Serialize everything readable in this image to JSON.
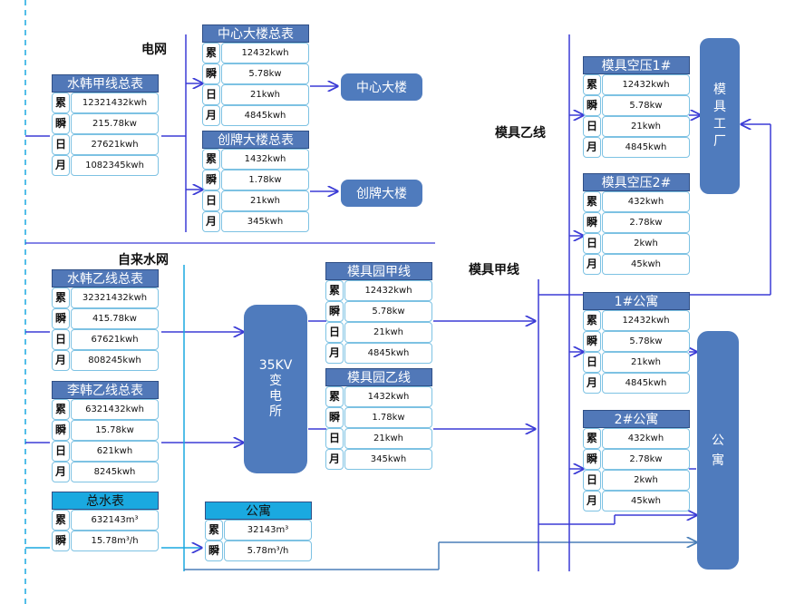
{
  "labels": {
    "grid": "电网",
    "water_grid": "自来水网",
    "mold_line_b": "模具乙线",
    "mold_line_a": "模具甲线"
  },
  "meters": [
    {
      "id": "shuihan-a",
      "title": "水韩甲线总表",
      "style": "dark",
      "rows": [
        [
          "累",
          "12321432kwh"
        ],
        [
          "瞬",
          "215.78kw"
        ],
        [
          "日",
          "27621kwh"
        ],
        [
          "月",
          "1082345kwh"
        ]
      ]
    },
    {
      "id": "center-building",
      "title": "中心大楼总表",
      "style": "dark",
      "rows": [
        [
          "累",
          "12432kwh"
        ],
        [
          "瞬",
          "5.78kw"
        ],
        [
          "日",
          "21kwh"
        ],
        [
          "月",
          "4845kwh"
        ]
      ]
    },
    {
      "id": "chuangpai-building",
      "title": "创牌大楼总表",
      "style": "dark",
      "rows": [
        [
          "累",
          "1432kwh"
        ],
        [
          "瞬",
          "1.78kw"
        ],
        [
          "日",
          "21kwh"
        ],
        [
          "月",
          "345kwh"
        ]
      ]
    },
    {
      "id": "shuihan-b",
      "title": "水韩乙线总表",
      "style": "dark",
      "rows": [
        [
          "累",
          "32321432kwh"
        ],
        [
          "瞬",
          "415.78kw"
        ],
        [
          "日",
          "67621kwh"
        ],
        [
          "月",
          "808245kwh"
        ]
      ]
    },
    {
      "id": "lihan-b",
      "title": "李韩乙线总表",
      "style": "dark",
      "rows": [
        [
          "累",
          "6321432kwh"
        ],
        [
          "瞬",
          "15.78kw"
        ],
        [
          "日",
          "621kwh"
        ],
        [
          "月",
          "8245kwh"
        ]
      ]
    },
    {
      "id": "total-water",
      "title": "总水表",
      "style": "cyan",
      "rows": [
        [
          "累",
          "632143m³"
        ],
        [
          "瞬",
          "15.78m³/h"
        ]
      ]
    },
    {
      "id": "apartment-water",
      "title": "公寓",
      "style": "cyan",
      "rows": [
        [
          "累",
          "32143m³"
        ],
        [
          "瞬",
          "5.78m³/h"
        ]
      ]
    },
    {
      "id": "mold-park-a",
      "title": "模具园甲线",
      "style": "dark",
      "rows": [
        [
          "累",
          "12432kwh"
        ],
        [
          "瞬",
          "5.78kw"
        ],
        [
          "日",
          "21kwh"
        ],
        [
          "月",
          "4845kwh"
        ]
      ]
    },
    {
      "id": "mold-park-b",
      "title": "模具园乙线",
      "style": "dark",
      "rows": [
        [
          "累",
          "1432kwh"
        ],
        [
          "瞬",
          "1.78kw"
        ],
        [
          "日",
          "21kwh"
        ],
        [
          "月",
          "345kwh"
        ]
      ]
    },
    {
      "id": "mold-compressor-1",
      "title": "模具空压1#",
      "style": "dark",
      "rows": [
        [
          "累",
          "12432kwh"
        ],
        [
          "瞬",
          "5.78kw"
        ],
        [
          "日",
          "21kwh"
        ],
        [
          "月",
          "4845kwh"
        ]
      ]
    },
    {
      "id": "mold-compressor-2",
      "title": "模具空压2#",
      "style": "dark",
      "rows": [
        [
          "累",
          "432kwh"
        ],
        [
          "瞬",
          "2.78kw"
        ],
        [
          "日",
          "2kwh"
        ],
        [
          "月",
          "45kwh"
        ]
      ]
    },
    {
      "id": "apartment-1",
      "title": "1#公寓",
      "style": "dark",
      "rows": [
        [
          "累",
          "12432kwh"
        ],
        [
          "瞬",
          "5.78kw"
        ],
        [
          "日",
          "21kwh"
        ],
        [
          "月",
          "4845kwh"
        ]
      ]
    },
    {
      "id": "apartment-2",
      "title": "2#公寓",
      "style": "dark",
      "rows": [
        [
          "累",
          "432kwh"
        ],
        [
          "瞬",
          "2.78kw"
        ],
        [
          "日",
          "2kwh"
        ],
        [
          "月",
          "45kwh"
        ]
      ]
    }
  ],
  "nodes": {
    "center_building": "中心大楼",
    "chuangpai_building": "创牌大楼",
    "substation": "35KV\n变\n电\n所",
    "mold_factory": "模\n具\n工\n厂",
    "apartment": "公\n寓"
  }
}
